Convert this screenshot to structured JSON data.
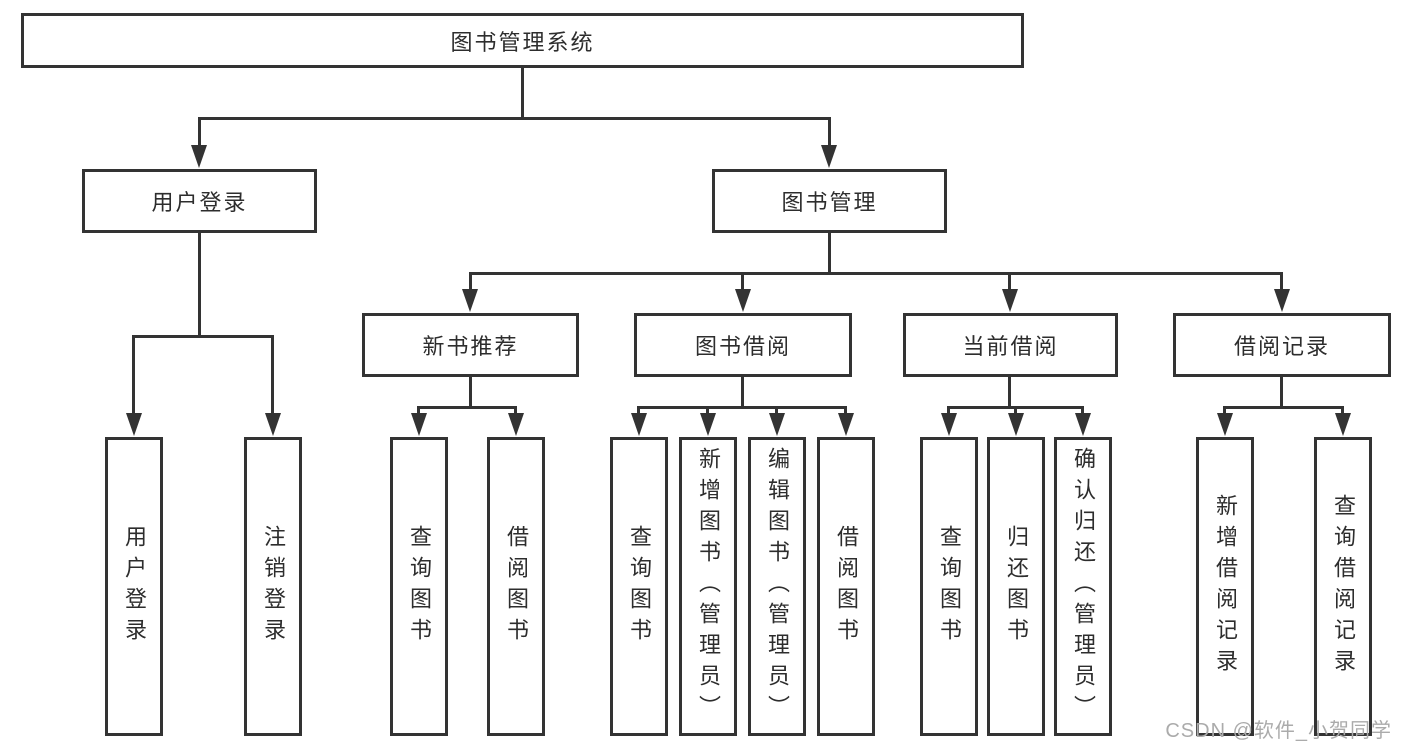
{
  "tree": {
    "root": "图书管理系统",
    "branches": [
      {
        "label": "用户登录",
        "children": [
          "用户登录",
          "注销登录"
        ]
      },
      {
        "label": "图书管理",
        "groups": [
          {
            "label": "新书推荐",
            "children": [
              "查询图书",
              "借阅图书"
            ]
          },
          {
            "label": "图书借阅",
            "children": [
              "查询图书",
              "新增图书（管理员）",
              "编辑图书（管理员）",
              "借阅图书"
            ]
          },
          {
            "label": "当前借阅",
            "children": [
              "查询图书",
              "归还图书",
              "确认归还（管理员）"
            ]
          },
          {
            "label": "借阅记录",
            "children": [
              "新增借阅记录",
              "查询借阅记录"
            ]
          }
        ]
      }
    ]
  },
  "watermark": {
    "text": "CSDN @软件_小贺同学"
  },
  "colors": {
    "line": "#333333",
    "box_border": "#333333",
    "text": "#2d2d2d",
    "watermark": "#ababab",
    "background": "#ffffff"
  }
}
